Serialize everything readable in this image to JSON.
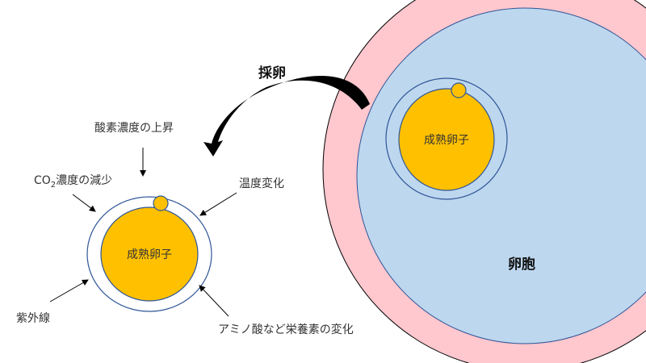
{
  "colors": {
    "follicle_outer": "#ffc7ce",
    "follicle_inner": "#bdd7ee",
    "zona_stroke": "#2f5597",
    "egg_fill": "#ffc000",
    "egg_stroke": "#2f5597",
    "arrow": "#000000"
  },
  "labels": {
    "retrieval": "採卵",
    "follicle": "卵胞",
    "egg_in_follicle": "成熟卵子",
    "egg_outside": "成熟卵子",
    "oxygen": "酸素濃度の上昇",
    "co2_prefix": "CO",
    "co2_sub": "2",
    "co2_suffix": "濃度の減少",
    "temperature": "温度変化",
    "uv": "紫外線",
    "nutrients": "アミノ酸など栄養素の変化"
  }
}
